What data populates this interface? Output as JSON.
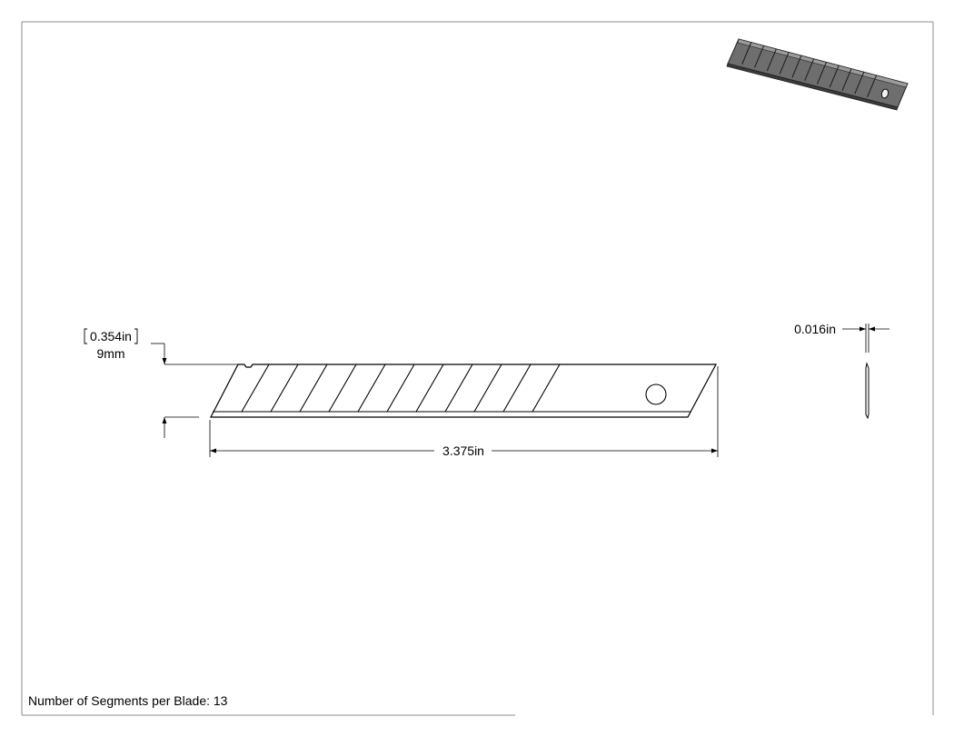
{
  "dimensions": {
    "height_in": "0.354in",
    "height_mm": "9mm",
    "length_in": "3.375in",
    "thickness_in": "0.016in"
  },
  "notes": {
    "segments_text": "Number of Segments per Blade: 13"
  },
  "blade": {
    "segment_count": 13
  },
  "colors": {
    "line": "#000000",
    "frame": "#8c8c8c",
    "blade_dark": "#4a4a4a",
    "blade_mid": "#7a7a7a",
    "blade_light": "#b0b0b0"
  }
}
